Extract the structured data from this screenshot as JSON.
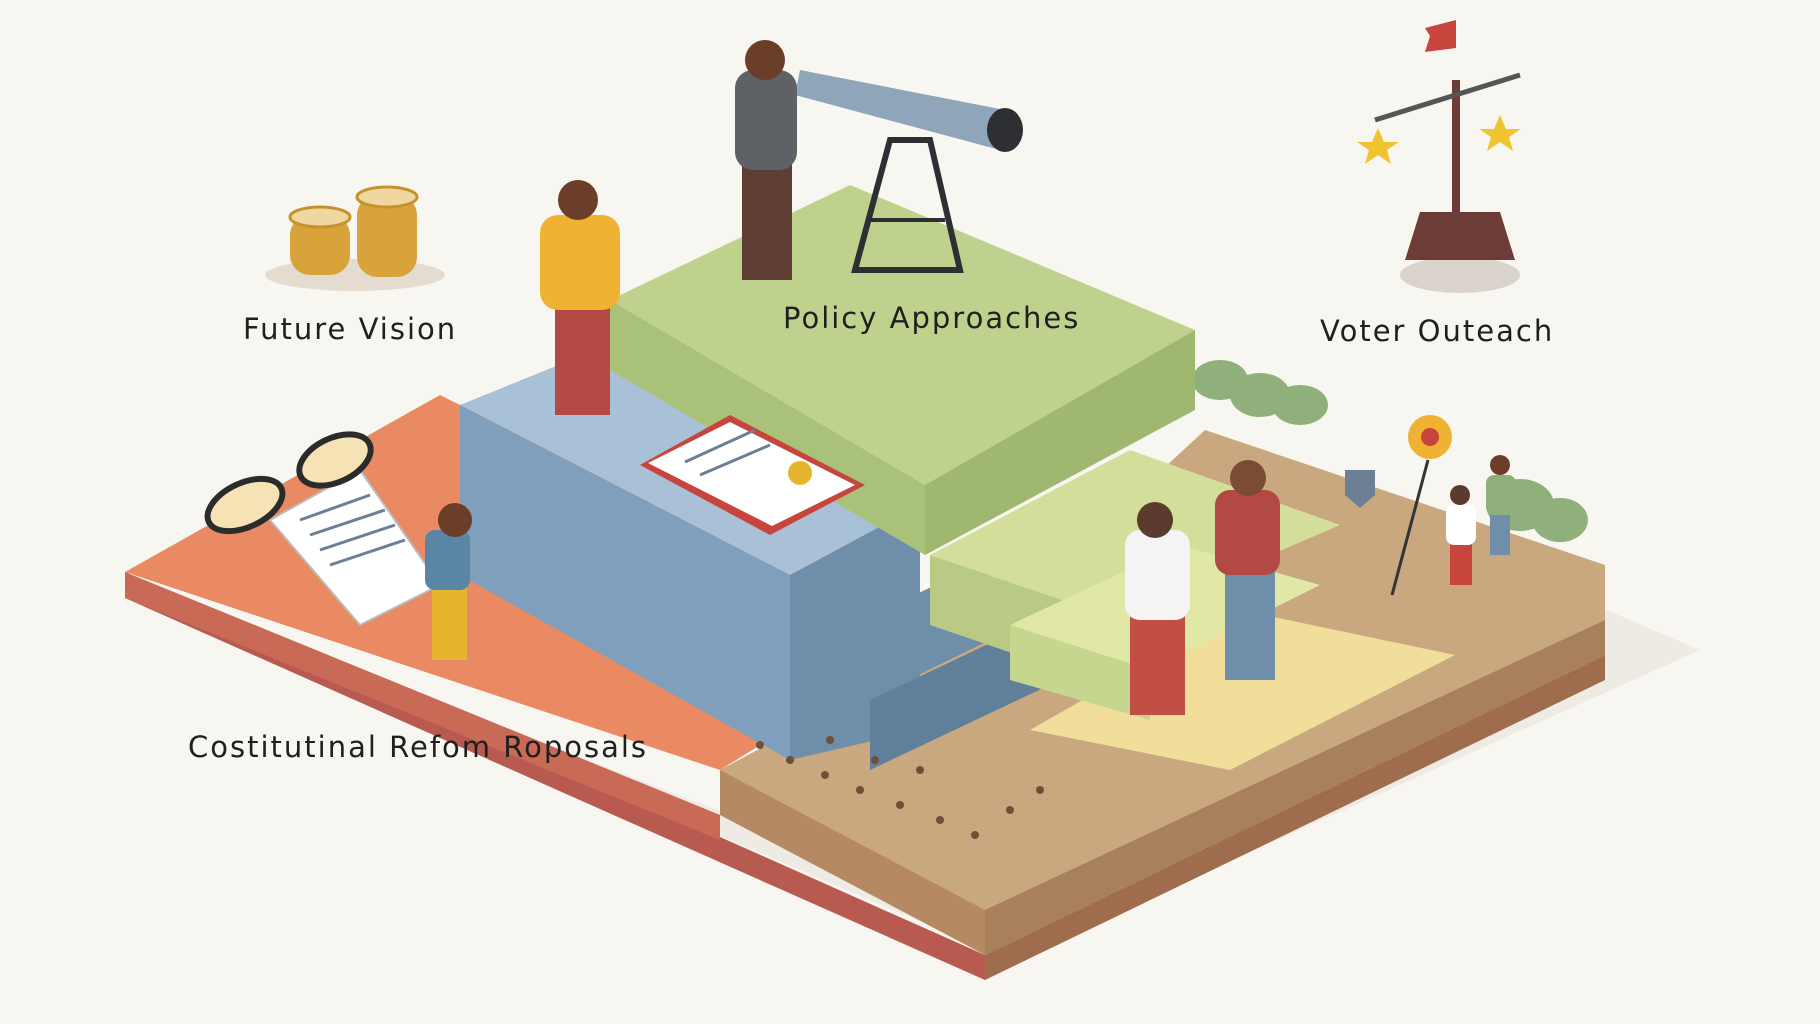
{
  "labels": {
    "future_vision": "Future  Vision",
    "policy_approaches": "Policy  Approaches",
    "voter_outreach": "Voter  Outeach",
    "constitutional_reform": "Costitutinal  Refom  Roposals"
  },
  "colors": {
    "background": "#f8f6f0",
    "orange_base": "#e98a63",
    "blue_step": "#7f9fbc",
    "green_step": "#bfd28d",
    "sand_ground": "#c9a880",
    "yellow_field": "#f1de9a",
    "base_edge": "#b85a4f"
  }
}
